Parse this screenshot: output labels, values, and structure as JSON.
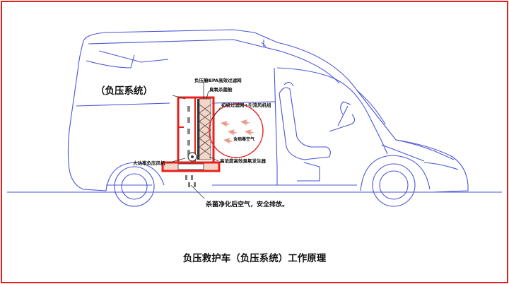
{
  "diagram": {
    "title": "负压救护车（负压系统）工作原理",
    "system_label": "（负压系统）",
    "callouts": {
      "negative_pressure_chamber": "负压舱",
      "hepa_filter": "HEPA高效过滤网",
      "ozone_killing": "臭氧杀菌舱",
      "primary_filter_fan": "初级过滤网+引流风机组",
      "contaminated_air": "含病毒空气",
      "high_power_fan": "大功率负压风机",
      "ozone_generator": "高浓度高效臭氧发生器",
      "exhaust": "杀菌净化后空气，安全排放。"
    },
    "colors": {
      "frame": "#e8201c",
      "vehicle_line": "#4a55d8",
      "ground": "#e8201c",
      "text": "#111111"
    }
  }
}
